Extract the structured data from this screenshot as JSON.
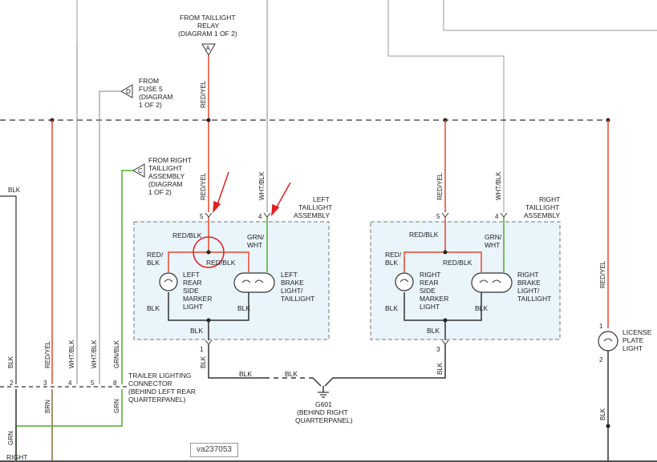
{
  "labels": {
    "from_taillight_relay_1": "FROM TAILLIGHT",
    "from_taillight_relay_2": "RELAY",
    "from_taillight_relay_3": "(DIAGRAM 1 OF 2)",
    "connector_a": "A",
    "from_fuse_1": "FROM",
    "from_fuse_2": "FUSE 5",
    "from_fuse_3": "(DIAGRAM",
    "from_fuse_4": "1 OF 2)",
    "connector_d": "D",
    "from_right_1": "FROM RIGHT",
    "from_right_2": "TAILLIGHT",
    "from_right_3": "ASSEMBLY",
    "from_right_4": "(DIAGRAM",
    "from_right_5": "1 OF 2)",
    "connector_c": "C",
    "left_assy_1": "LEFT",
    "left_assy_2": "TAILLIGHT",
    "left_assy_3": "ASSEMBLY",
    "right_assy_1": "RIGHT",
    "right_assy_2": "TAILLIGHT",
    "right_assy_3": "ASSEMBLY",
    "trailer_1": "TRAILER LIGHTING",
    "trailer_2": "CONNECTOR",
    "trailer_3": "(BEHIND LEFT REAR",
    "trailer_4": "QUARTERPANEL)",
    "ground_1": "G601",
    "ground_2": "(BEHIND RIGHT",
    "ground_3": "QUARTERPANEL)",
    "license_1": "LICENSE",
    "license_2": "PLATE",
    "license_3": "LIGHT",
    "left_side_1": "LEFT",
    "left_side_2": "REAR",
    "left_side_3": "SIDE",
    "left_side_4": "MARKER",
    "left_side_5": "LIGHT",
    "left_brake_1": "LEFT",
    "left_brake_2": "BRAKE",
    "left_brake_3": "LIGHT/",
    "left_brake_4": "TAILLIGHT",
    "right_side_1": "RIGHT",
    "right_side_2": "REAR",
    "right_side_3": "SIDE",
    "right_side_4": "MARKER",
    "right_side_5": "LIGHT",
    "right_brake_1": "RIGHT",
    "right_brake_2": "BRAKE",
    "right_brake_3": "LIGHT/",
    "right_brake_4": "TAILLIGHT",
    "right_bottom": "RIGHT"
  },
  "wires": {
    "red_yel": "RED/YEL",
    "wht_blk": "WHT/BLK",
    "red_blk": "RED/BLK",
    "red_1": "RED/",
    "blk": "BLK",
    "grn_1": "GRN/",
    "wht": "WHT",
    "grn_blk": "GRN/BLK",
    "grn": "GRN",
    "brn": "BRN"
  },
  "pins": {
    "p1": "1",
    "p2": "2",
    "p3": "3",
    "p4": "4",
    "p5": "5",
    "p8": "8"
  },
  "watermark": "va237053",
  "colors": {
    "red": "#e8462a",
    "green": "#4caf22",
    "gray": "#999999",
    "black": "#333333",
    "brown": "#8b6a3a",
    "box_fill": "#e9f4fb",
    "highlight": "#e02020"
  }
}
